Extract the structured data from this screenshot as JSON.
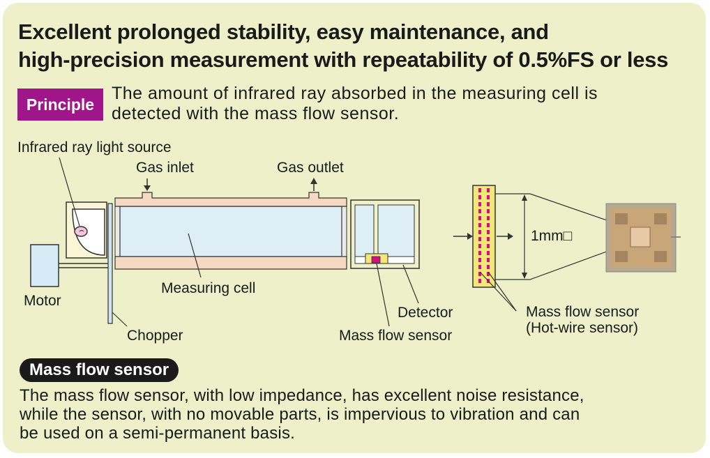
{
  "headline": {
    "line1": "Excellent prolonged stability, easy maintenance, and",
    "line2": "high-precision measurement with repeatability of 0.5%FS or less"
  },
  "principle": {
    "badge": "Principle",
    "line1": "The amount of infrared ray absorbed in the measuring cell is",
    "line2": "detected with the mass flow sensor."
  },
  "diagram": {
    "labels": {
      "light_source": "Infrared ray light source",
      "gas_inlet": "Gas inlet",
      "gas_outlet": "Gas outlet",
      "motor": "Motor",
      "measuring_cell": "Measuring cell",
      "chopper": "Chopper",
      "detector": "Detector",
      "mass_flow_sensor": "Mass flow sensor",
      "size": "1mm□",
      "sensor_detail_1": "Mass flow sensor",
      "sensor_detail_2": "(Hot-wire sensor)"
    },
    "colors": {
      "panel_bg": "#eef0c9",
      "accent_purple": "#a0168a",
      "cell_fill": "#ddeef4",
      "tube_wall": "#f6d9c2",
      "sensor_pink": "#d0117f",
      "sensor_yellow": "#f3e77a"
    }
  },
  "section": {
    "title": "Mass flow sensor",
    "line1": "The mass flow sensor, with low impedance, has excellent noise resistance,",
    "line2": "while the sensor, with no movable parts, is impervious to vibration and can",
    "line3": "be used on a semi-permanent basis."
  }
}
